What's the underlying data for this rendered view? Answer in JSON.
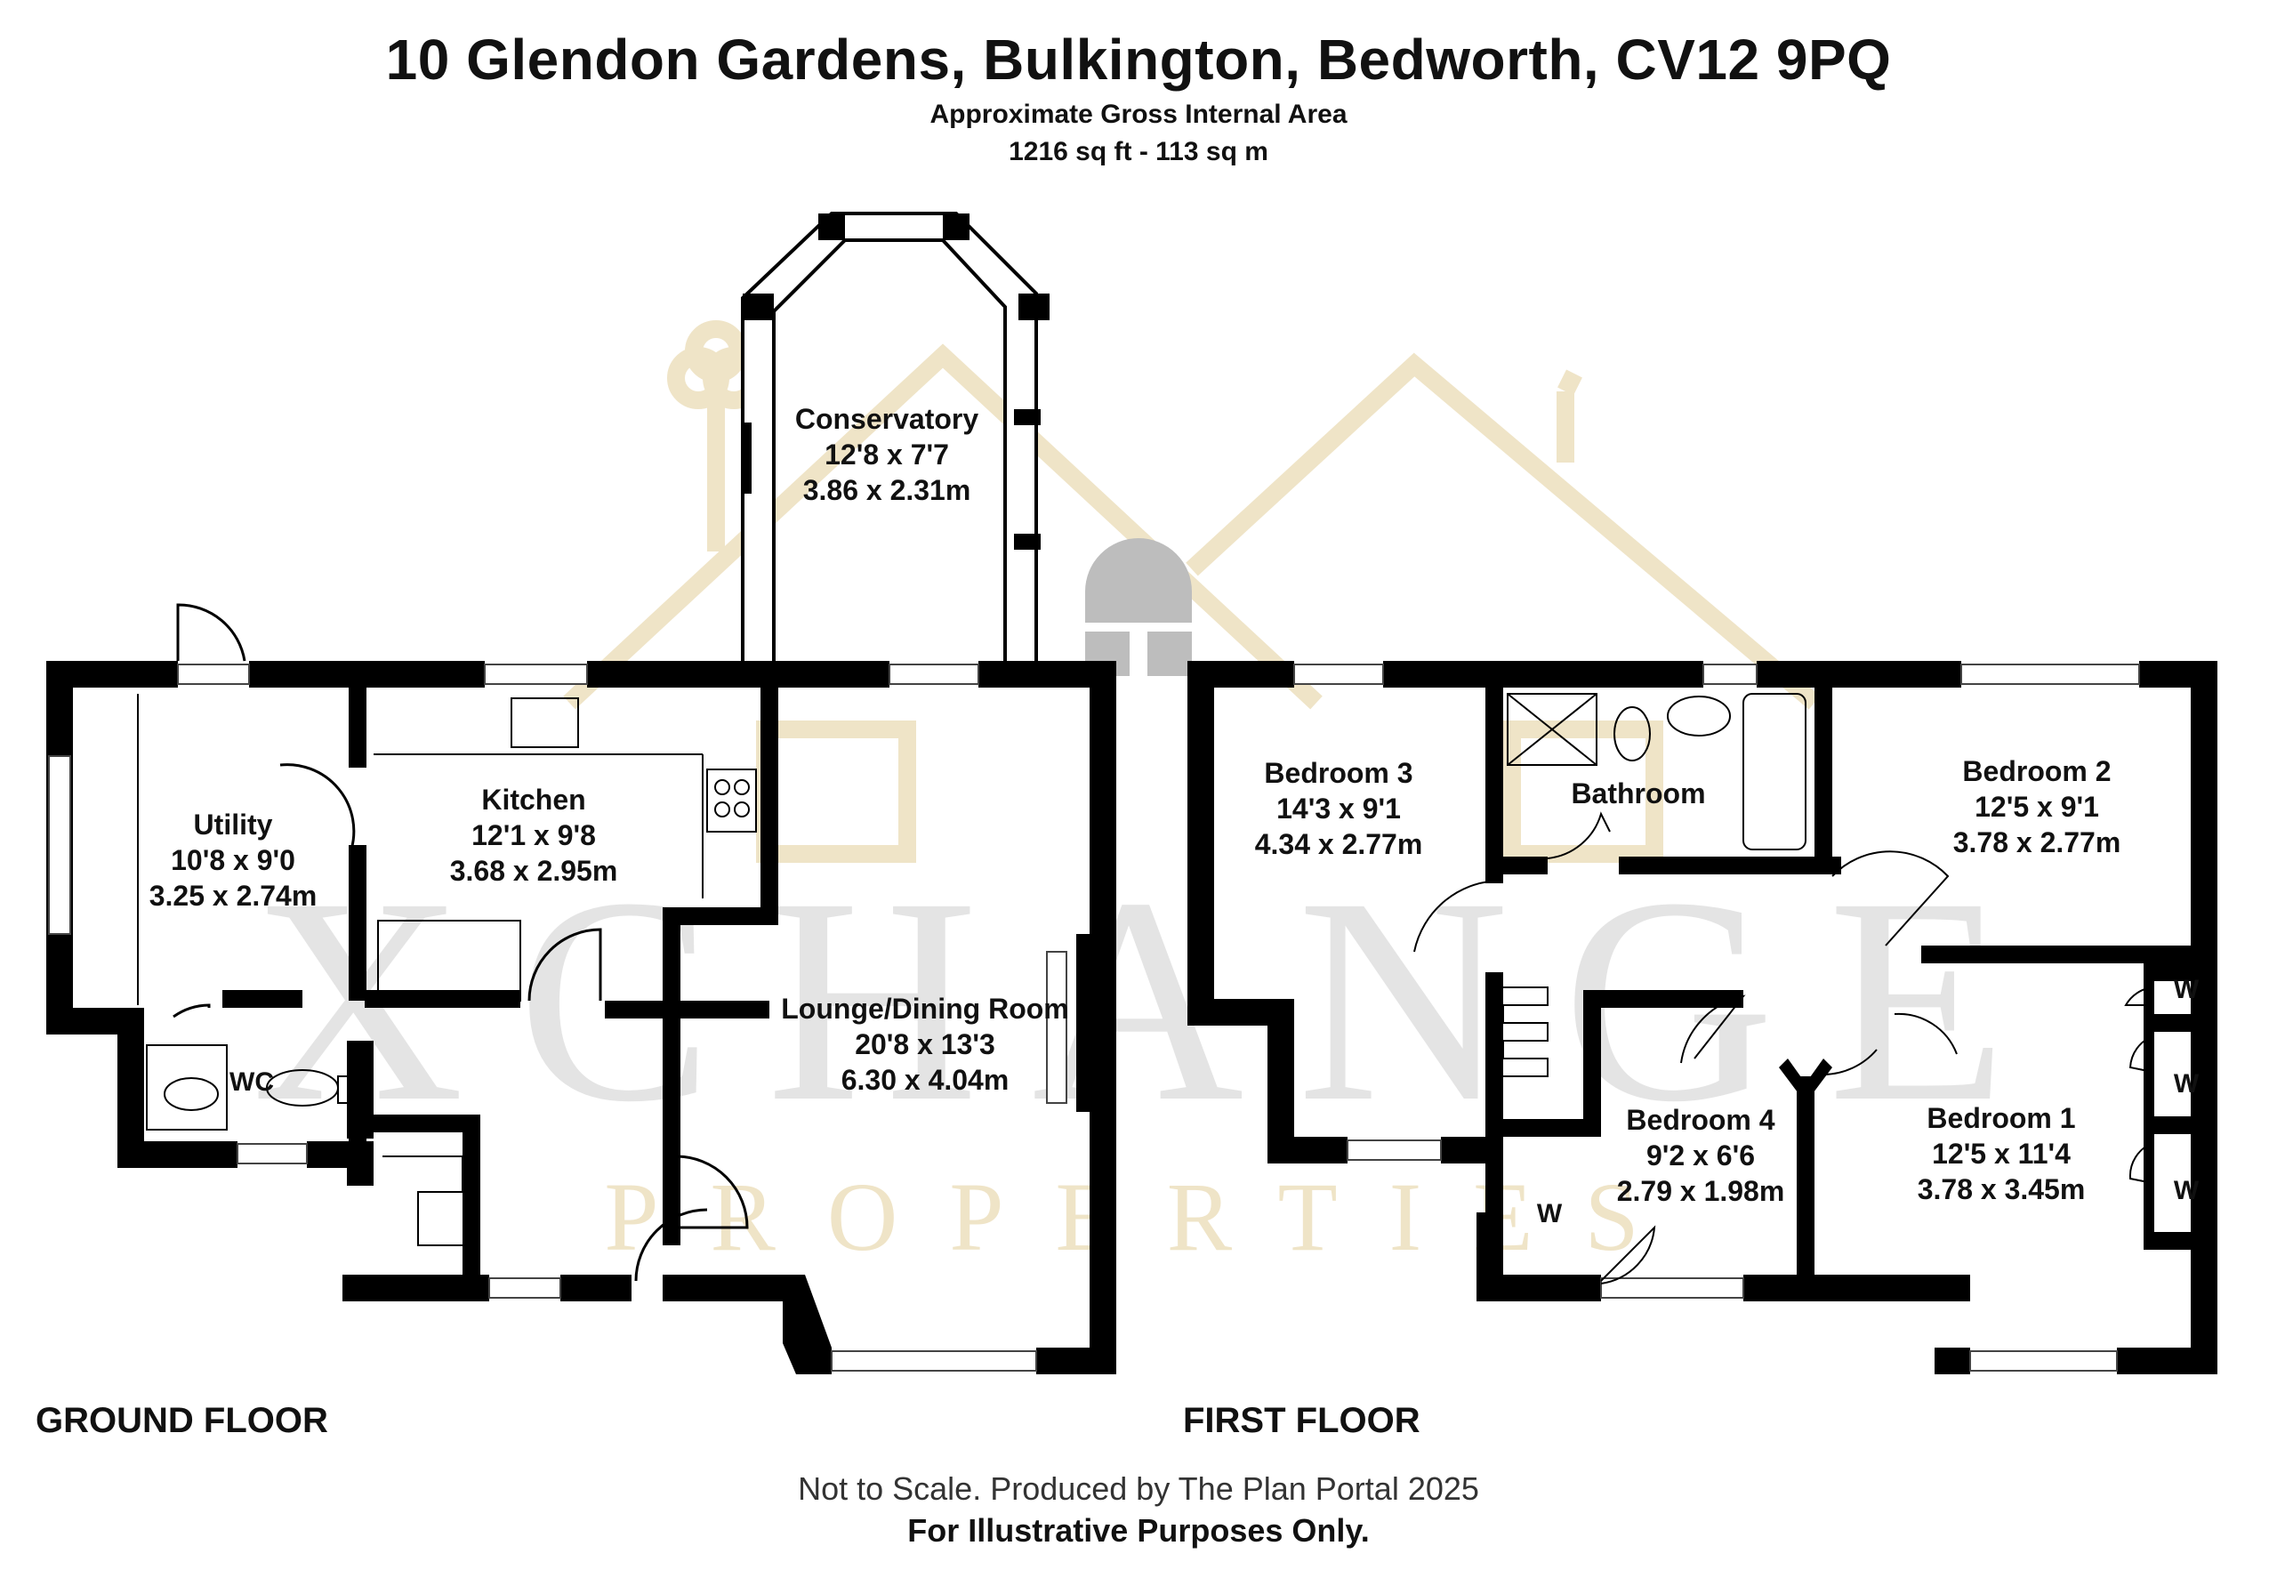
{
  "header": {
    "title": "10 Glendon Gardens, Bulkington, Bedworth, CV12 9PQ",
    "area_label": "Approximate Gross Internal Area",
    "area_value": "1216 sq ft - 113 sq m"
  },
  "watermark": {
    "brand": "XCHANGE",
    "sub": "PROPERTIES"
  },
  "floors": {
    "ground": {
      "label": "GROUND FLOOR",
      "rooms": {
        "conservatory": {
          "name": "Conservatory",
          "imperial": "12'8 x 7'7",
          "metric": "3.86 x 2.31m"
        },
        "utility": {
          "name": "Utility",
          "imperial": "10'8 x 9'0",
          "metric": "3.25 x 2.74m"
        },
        "kitchen": {
          "name": "Kitchen",
          "imperial": "12'1 x 9'8",
          "metric": "3.68 x 2.95m"
        },
        "lounge": {
          "name": "Lounge/Dining Room",
          "imperial": "20'8 x 13'3",
          "metric": "6.30 x 4.04m"
        },
        "wc": {
          "name": "WC"
        }
      }
    },
    "first": {
      "label": "FIRST FLOOR",
      "rooms": {
        "bedroom3": {
          "name": "Bedroom 3",
          "imperial": "14'3 x 9'1",
          "metric": "4.34 x 2.77m"
        },
        "bathroom": {
          "name": "Bathroom"
        },
        "bedroom2": {
          "name": "Bedroom 2",
          "imperial": "12'5 x 9'1",
          "metric": "3.78 x 2.77m"
        },
        "bedroom4": {
          "name": "Bedroom 4",
          "imperial": "9'2 x 6'6",
          "metric": "2.79 x 1.98m"
        },
        "bedroom1": {
          "name": "Bedroom 1",
          "imperial": "12'5 x 11'4",
          "metric": "3.78 x 3.45m"
        },
        "wardrobe": "W"
      }
    }
  },
  "footer": {
    "line1": "Not to Scale. Produced by The Plan Portal 2025",
    "line2": "For Illustrative Purposes Only."
  },
  "colors": {
    "wall": "#000000",
    "watermark_gold": "#efe4c7",
    "watermark_grey": "#bdbdbd"
  }
}
